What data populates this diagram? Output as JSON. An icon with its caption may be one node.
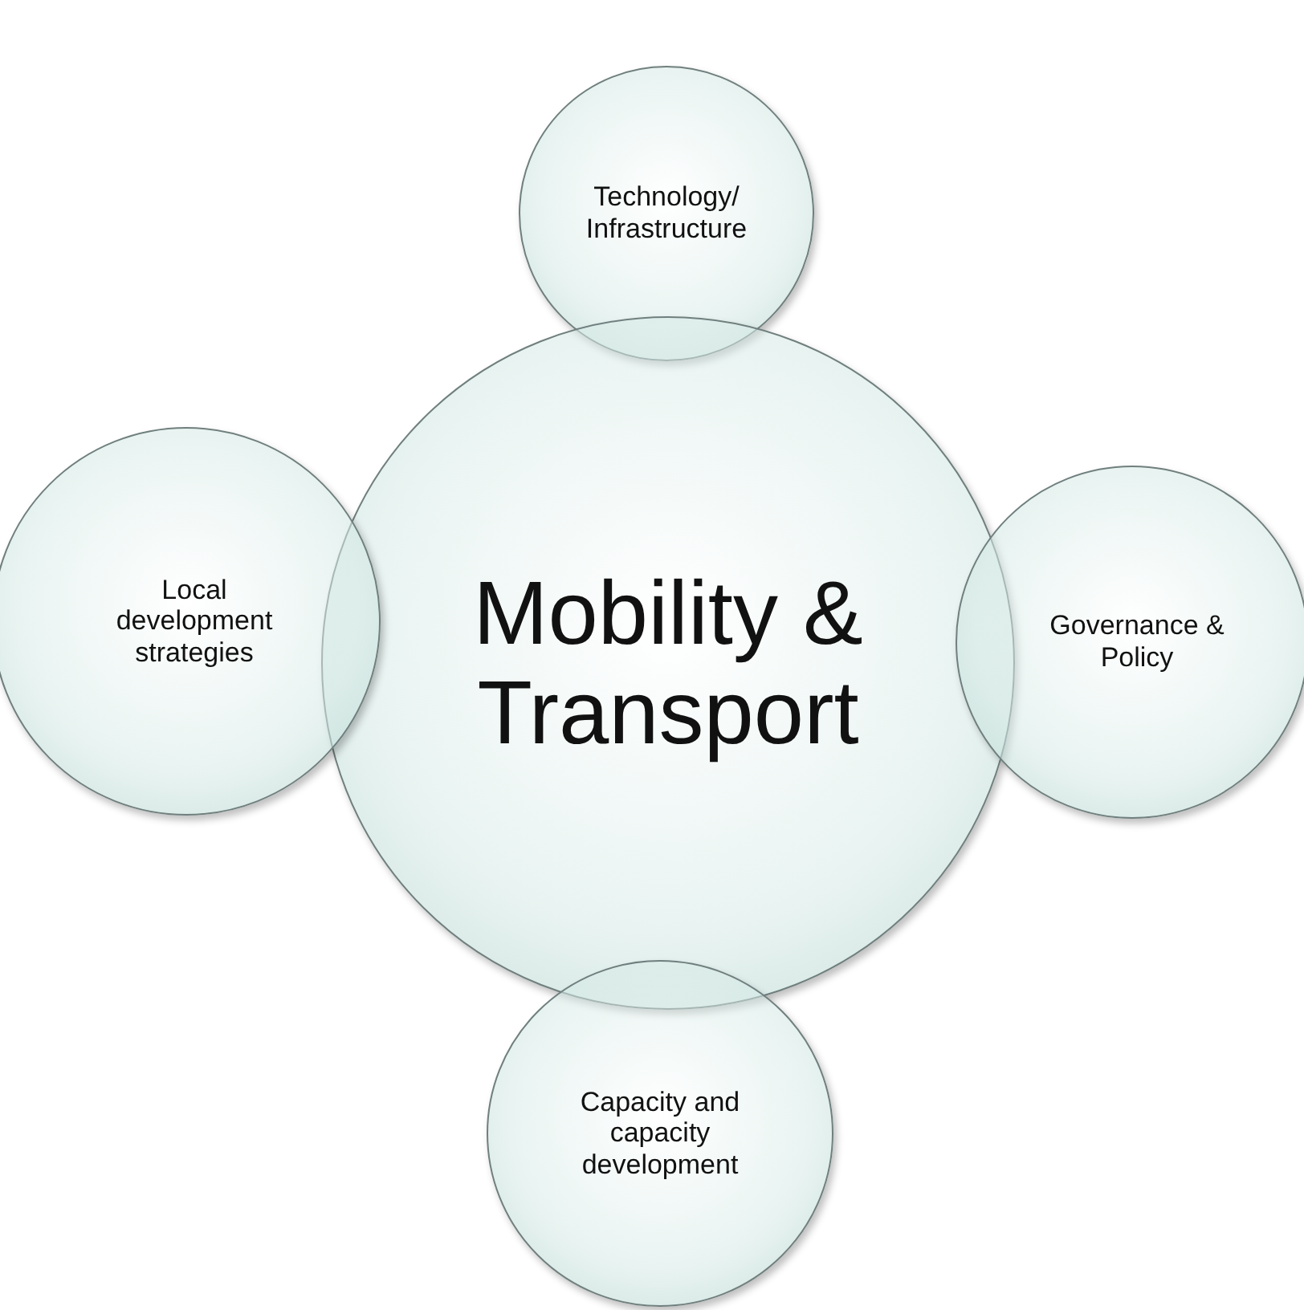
{
  "diagram": {
    "nodes": [
      {
        "text": [
          "Technology/ Infrastructure"
        ]
      },
      {
        "text": [
          "Mobility & Transport"
        ]
      },
      {
        "text": [
          "Local development strategies"
        ]
      },
      {
        "text": [
          "Governance & Policy"
        ]
      },
      {
        "text": [
          "Capacity and capacity development"
        ]
      }
    ]
  }
}
